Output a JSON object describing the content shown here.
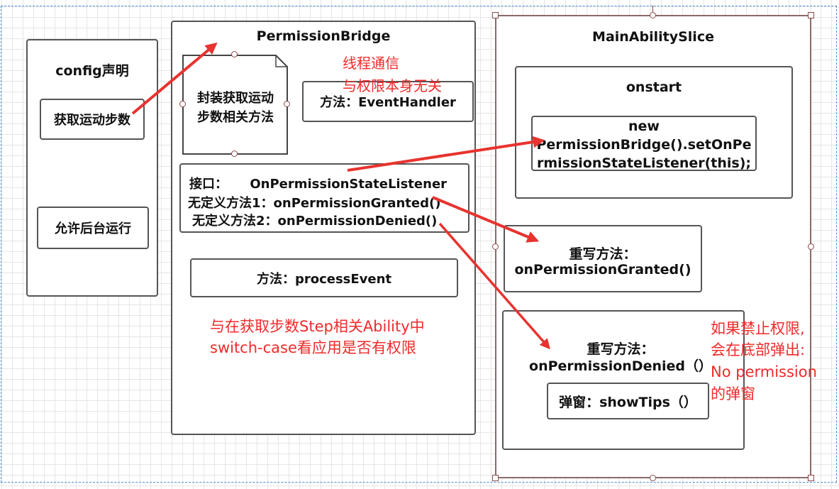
{
  "config_panel": {
    "title": "config声明",
    "item1": "获取运动步数",
    "item2": "允许后台运行"
  },
  "bridge_panel": {
    "title": "PermissionBridge",
    "doc_box": [
      "封装获取运动",
      "步数相关方法"
    ],
    "event_handler": "方法：EventHandler",
    "interface_lines": [
      "接口：     OnPermissionStateListener",
      "无定义方法1：onPermissionGranted()",
      "无定义方法2：onPermissionDenied()"
    ],
    "process_event": "方法：processEvent",
    "note_thread": [
      "线程通信",
      "与权限本身无关"
    ],
    "note_switch": [
      "与在获取步数Step相关Ability中",
      "switch-case看应用是否有权限"
    ]
  },
  "main_panel": {
    "title": "MainAbilitySlice",
    "onstart_title": "onstart",
    "new_bridge_lines": [
      "new",
      "PermissionBridge().setOnPe",
      "rmissionStateListener(this);"
    ],
    "granted_lines": [
      "重写方法：",
      "onPermissionGranted()"
    ],
    "denied_lines": [
      "重写方法：",
      "onPermissionDenied（）"
    ],
    "show_tips": "弹窗：showTips（）",
    "note_denied": [
      "如果禁止权限,",
      "会在底部弹出:",
      "No permission",
      "的弹窗"
    ]
  },
  "colors": {
    "arrow": "#e8332f",
    "note_text": "#f02a2a",
    "border": "#555555",
    "selection": "#8a4a4a"
  }
}
